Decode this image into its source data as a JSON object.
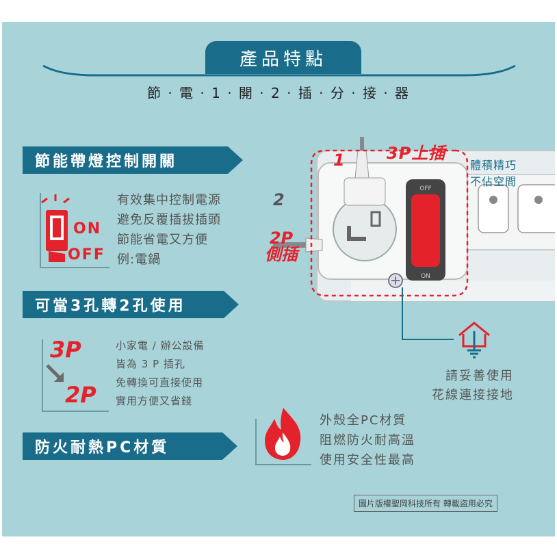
{
  "header": {
    "title": "產品特點",
    "subtitle": "節 · 電 · 1 · 開 · 2 · 插 · 分 · 接 · 器"
  },
  "section1": {
    "banner": "節能帶燈控制開關",
    "switch_on": "ON",
    "switch_off": "OFF",
    "lines": [
      "有效集中控制電源",
      "避免反覆插拔插頭",
      "節能省電又方便",
      "例:電鍋"
    ]
  },
  "section2": {
    "banner": "可當3孔轉2孔使用",
    "label_3p": "3P",
    "label_2p": "2P",
    "lines": [
      "小家電 / 辦公設備",
      "皆為 3 P 插孔",
      "免轉換可直接使用",
      "實用方便又省錢"
    ]
  },
  "section3": {
    "banner": "防火耐熱PC材質",
    "lines": [
      "外殼全PC材質",
      "阻燃防火耐高溫",
      "使用安全性最高"
    ]
  },
  "product": {
    "label_1": "1",
    "label_2": "2",
    "label_3p_top": "3P上插",
    "label_2p_side_1": "2P",
    "label_2p_side_2": "側插",
    "size_note": [
      "體積精巧",
      "不佔空間"
    ],
    "switch_off_text": "OFF",
    "switch_on_text": "ON",
    "ground_note": [
      "請妥善使用",
      "花線連接接地"
    ]
  },
  "copyright": "圖片版權聖岡科技所有 轉載盜用必究",
  "colors": {
    "accent": "#1a6d8a",
    "red": "#e4222c",
    "background": "#a8d4d9"
  }
}
